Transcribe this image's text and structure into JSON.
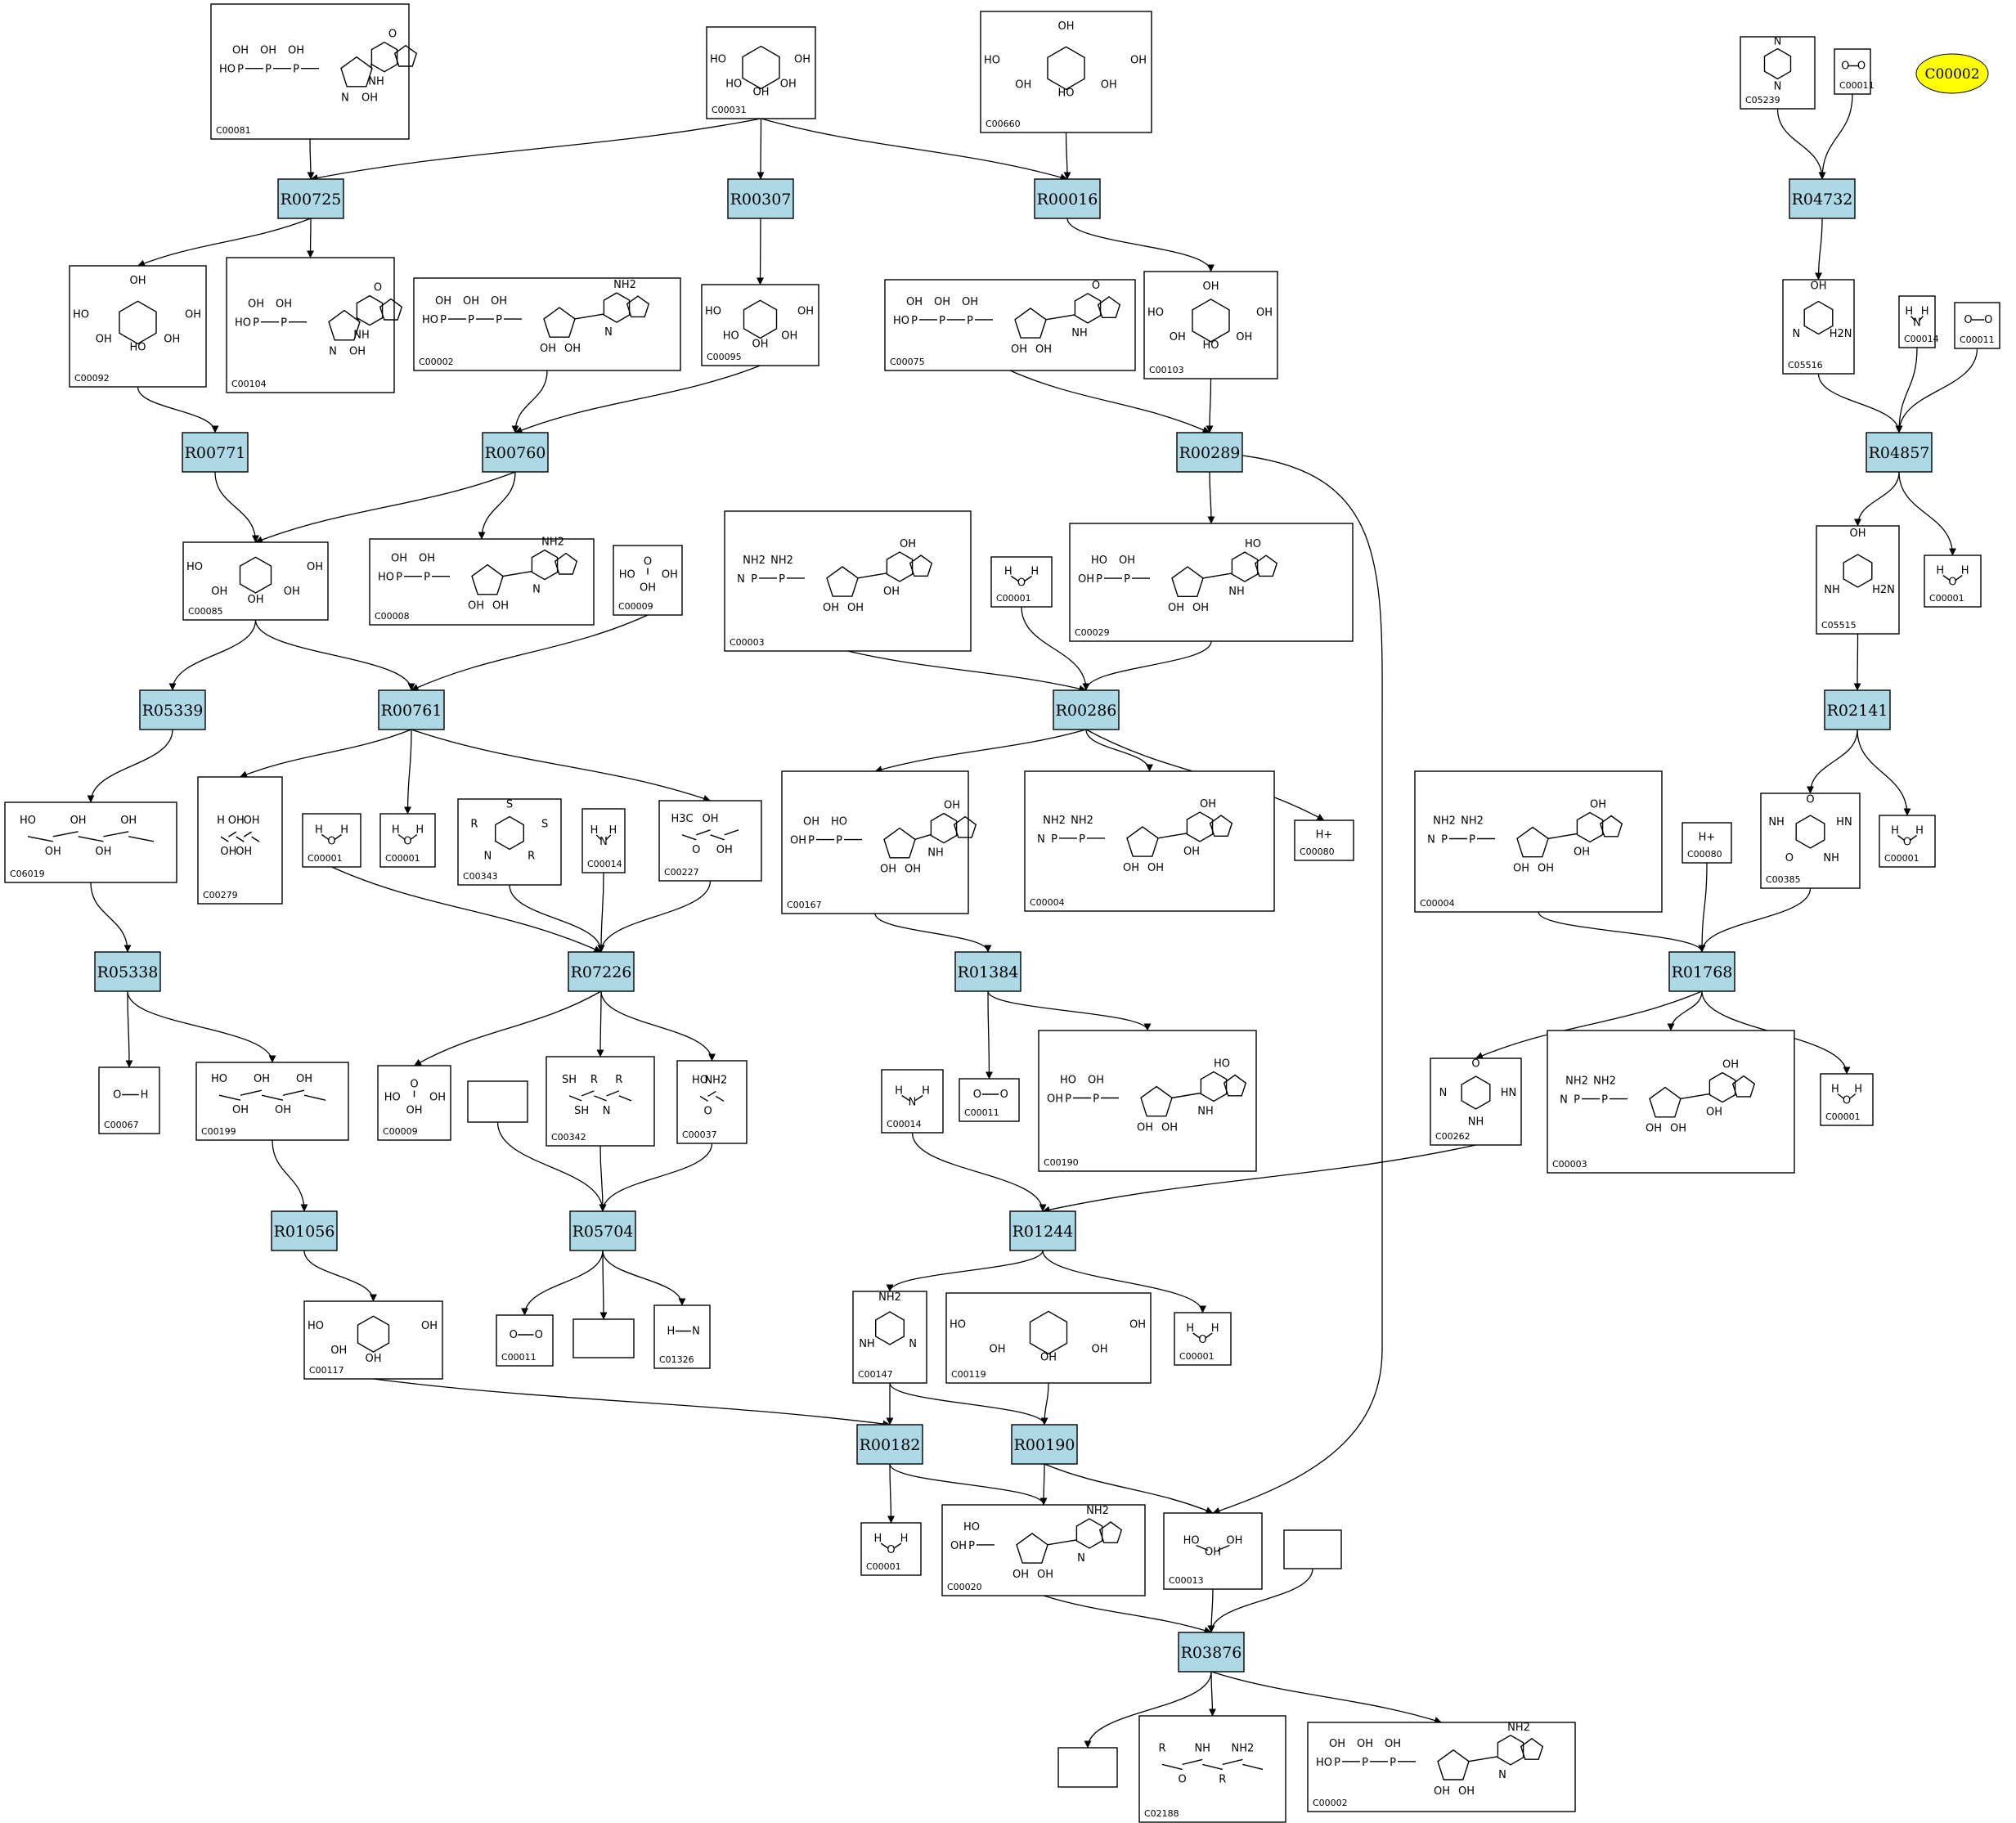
{
  "colors": {
    "reaction_fill": "#add8e6",
    "highlight_fill": "#ffff00",
    "stroke": "#000000",
    "background": "#ffffff"
  },
  "reactions": [
    {
      "id": "R00725",
      "label": "R00725"
    },
    {
      "id": "R00307",
      "label": "R00307"
    },
    {
      "id": "R00016",
      "label": "R00016"
    },
    {
      "id": "R04732",
      "label": "R04732"
    },
    {
      "id": "R00771",
      "label": "R00771"
    },
    {
      "id": "R00760",
      "label": "R00760"
    },
    {
      "id": "R00289",
      "label": "R00289"
    },
    {
      "id": "R04857",
      "label": "R04857"
    },
    {
      "id": "R05339",
      "label": "R05339"
    },
    {
      "id": "R00761",
      "label": "R00761"
    },
    {
      "id": "R00286",
      "label": "R00286"
    },
    {
      "id": "R02141",
      "label": "R02141"
    },
    {
      "id": "R05338",
      "label": "R05338"
    },
    {
      "id": "R07226",
      "label": "R07226"
    },
    {
      "id": "R01384",
      "label": "R01384"
    },
    {
      "id": "R01768",
      "label": "R01768"
    },
    {
      "id": "R01056",
      "label": "R01056"
    },
    {
      "id": "R05704",
      "label": "R05704"
    },
    {
      "id": "R01244",
      "label": "R01244"
    },
    {
      "id": "R00182",
      "label": "R00182"
    },
    {
      "id": "R00190",
      "label": "R00190"
    },
    {
      "id": "R03876",
      "label": "R03876"
    }
  ],
  "compounds": [
    {
      "id": "C00081",
      "label": "C00081",
      "kind": "nucleotide-tri",
      "atoms": [
        "OH",
        "OH",
        "OH",
        "HO",
        "O",
        "NH",
        "N",
        "OH",
        "OH"
      ]
    },
    {
      "id": "C00031",
      "label": "C00031",
      "kind": "sugar",
      "atoms": [
        "HO",
        "OH",
        "HO",
        "OH",
        "OH"
      ]
    },
    {
      "id": "C00660",
      "label": "C00660",
      "kind": "sugar-bisphosphate",
      "atoms": [
        "HO",
        "OH",
        "OH",
        "HO",
        "OH",
        "OH"
      ]
    },
    {
      "id": "C05239",
      "label": "C05239",
      "kind": "ring",
      "atoms": [
        "N",
        "N"
      ]
    },
    {
      "id": "C00011-a",
      "label": "C00011",
      "kind": "small",
      "atoms": [
        "O",
        "O"
      ]
    },
    {
      "id": "C00092",
      "label": "C00092",
      "kind": "sugar-phosphate",
      "atoms": [
        "HO",
        "OH",
        "OH",
        "HO",
        "OH",
        "OH"
      ]
    },
    {
      "id": "C00104",
      "label": "C00104",
      "kind": "nucleotide-di",
      "atoms": [
        "OH",
        "OH",
        "HO",
        "O",
        "NH",
        "N",
        "OH",
        "OH"
      ]
    },
    {
      "id": "C00002-a",
      "label": "C00002",
      "kind": "nucleotide-tri",
      "atoms": [
        "OH",
        "OH",
        "OH",
        "HO",
        "NH2",
        "N",
        "OH",
        "OH"
      ]
    },
    {
      "id": "C00095",
      "label": "C00095",
      "kind": "sugar",
      "atoms": [
        "HO",
        "OH",
        "HO",
        "OH",
        "OH"
      ]
    },
    {
      "id": "C00075",
      "label": "C00075",
      "kind": "nucleotide-tri",
      "atoms": [
        "OH",
        "OH",
        "OH",
        "HO",
        "O",
        "NH",
        "OH",
        "OH"
      ]
    },
    {
      "id": "C00103",
      "label": "C00103",
      "kind": "sugar-phosphate",
      "atoms": [
        "HO",
        "OH",
        "OH",
        "HO",
        "OH",
        "OH"
      ]
    },
    {
      "id": "C05516",
      "label": "C05516",
      "kind": "ring",
      "atoms": [
        "OH",
        "H2N",
        "N"
      ]
    },
    {
      "id": "C00014-a",
      "label": "C00014",
      "kind": "small",
      "atoms": [
        "H",
        "N",
        "H"
      ]
    },
    {
      "id": "C00011-b",
      "label": "C00011",
      "kind": "small",
      "atoms": [
        "O",
        "O"
      ]
    },
    {
      "id": "C00085",
      "label": "C00085",
      "kind": "sugar-phosphate",
      "atoms": [
        "HO",
        "OH",
        "OH",
        "OH",
        "OH"
      ]
    },
    {
      "id": "C00008",
      "label": "C00008",
      "kind": "nucleotide-di",
      "atoms": [
        "OH",
        "OH",
        "HO",
        "NH2",
        "N",
        "OH",
        "OH"
      ]
    },
    {
      "id": "C00009-a",
      "label": "C00009",
      "kind": "small",
      "atoms": [
        "O",
        "HO",
        "OH",
        "OH"
      ]
    },
    {
      "id": "C00003-a",
      "label": "C00003",
      "kind": "nucleotide-di",
      "atoms": [
        "NH2",
        "NH2",
        "N",
        "OH",
        "OH",
        "OH",
        "OH"
      ]
    },
    {
      "id": "C00001-a",
      "label": "C00001",
      "kind": "small",
      "atoms": [
        "H",
        "O",
        "H"
      ]
    },
    {
      "id": "C00029",
      "label": "C00029",
      "kind": "nucleotide-di",
      "atoms": [
        "HO",
        "OH",
        "OH",
        "HO",
        "NH",
        "OH",
        "OH"
      ]
    },
    {
      "id": "C05515",
      "label": "C05515",
      "kind": "ring",
      "atoms": [
        "OH",
        "H2N",
        "NH"
      ]
    },
    {
      "id": "C00001-b",
      "label": "C00001",
      "kind": "small",
      "atoms": [
        "H",
        "O",
        "H"
      ]
    },
    {
      "id": "C06019",
      "label": "C06019",
      "kind": "chain",
      "atoms": [
        "HO",
        "OH",
        "OH",
        "OH",
        "OH"
      ]
    },
    {
      "id": "C00279",
      "label": "C00279",
      "kind": "chain",
      "atoms": [
        "H",
        "OH",
        "OH",
        "OH",
        "OH"
      ]
    },
    {
      "id": "C00001-c",
      "label": "C00001",
      "kind": "small",
      "atoms": [
        "H",
        "O",
        "H"
      ]
    },
    {
      "id": "C00001-d",
      "label": "C00001",
      "kind": "small",
      "atoms": [
        "H",
        "O",
        "H"
      ]
    },
    {
      "id": "C00343",
      "label": "C00343",
      "kind": "ring",
      "atoms": [
        "S",
        "S",
        "R",
        "N",
        "R"
      ]
    },
    {
      "id": "C00014-b",
      "label": "C00014",
      "kind": "small",
      "atoms": [
        "H",
        "N",
        "H"
      ]
    },
    {
      "id": "C00227",
      "label": "C00227",
      "kind": "chain",
      "atoms": [
        "H3C",
        "O",
        "OH",
        "OH"
      ]
    },
    {
      "id": "C00167",
      "label": "C00167",
      "kind": "nucleotide-di",
      "atoms": [
        "OH",
        "HO",
        "OH",
        "OH",
        "NH",
        "OH",
        "OH"
      ]
    },
    {
      "id": "C00004-a",
      "label": "C00004",
      "kind": "nucleotide-di",
      "atoms": [
        "NH2",
        "NH2",
        "N",
        "OH",
        "OH",
        "OH",
        "OH"
      ]
    },
    {
      "id": "C00080-a",
      "label": "C00080",
      "kind": "small",
      "atoms": [
        "H+"
      ]
    },
    {
      "id": "C00004-b",
      "label": "C00004",
      "kind": "nucleotide-di",
      "atoms": [
        "NH2",
        "NH2",
        "N",
        "OH",
        "OH",
        "OH",
        "OH"
      ]
    },
    {
      "id": "C00080-b",
      "label": "C00080",
      "kind": "small",
      "atoms": [
        "H+"
      ]
    },
    {
      "id": "C00385",
      "label": "C00385",
      "kind": "ring",
      "atoms": [
        "O",
        "HN",
        "NH",
        "O",
        "NH"
      ]
    },
    {
      "id": "C00001-e",
      "label": "C00001",
      "kind": "small",
      "atoms": [
        "H",
        "O",
        "H"
      ]
    },
    {
      "id": "C00067",
      "label": "C00067",
      "kind": "small",
      "atoms": [
        "O",
        "H"
      ]
    },
    {
      "id": "C00199",
      "label": "C00199",
      "kind": "chain",
      "atoms": [
        "HO",
        "OH",
        "OH",
        "OH",
        "OH"
      ]
    },
    {
      "id": "C00009-b",
      "label": "C00009",
      "kind": "small",
      "atoms": [
        "O",
        "HO",
        "OH",
        "OH"
      ]
    },
    {
      "id": "C00342",
      "label": "C00342",
      "kind": "chain",
      "atoms": [
        "SH",
        "SH",
        "R",
        "N",
        "R"
      ]
    },
    {
      "id": "C00037",
      "label": "C00037",
      "kind": "chain",
      "atoms": [
        "HO",
        "O",
        "NH2"
      ]
    },
    {
      "id": "C00011-c",
      "label": "C00011",
      "kind": "small",
      "atoms": [
        "O",
        "O"
      ]
    },
    {
      "id": "C00190",
      "label": "C00190",
      "kind": "nucleotide-di",
      "atoms": [
        "HO",
        "OH",
        "OH",
        "HO",
        "NH",
        "OH",
        "OH"
      ]
    },
    {
      "id": "C00014-c",
      "label": "C00014",
      "kind": "small",
      "atoms": [
        "H",
        "N",
        "H"
      ]
    },
    {
      "id": "C00262",
      "label": "C00262",
      "kind": "ring",
      "atoms": [
        "O",
        "HN",
        "NH",
        "N"
      ]
    },
    {
      "id": "C00003-b",
      "label": "C00003",
      "kind": "nucleotide-di",
      "atoms": [
        "NH2",
        "NH2",
        "N",
        "OH",
        "OH",
        "OH",
        "OH"
      ]
    },
    {
      "id": "C00001-f",
      "label": "C00001",
      "kind": "small",
      "atoms": [
        "H",
        "O",
        "H"
      ]
    },
    {
      "id": "C00117",
      "label": "C00117",
      "kind": "sugar-phosphate",
      "atoms": [
        "HO",
        "OH",
        "OH",
        "OH"
      ]
    },
    {
      "id": "C00011-d",
      "label": "C00011",
      "kind": "small",
      "atoms": [
        "O",
        "O"
      ]
    },
    {
      "id": "C01326",
      "label": "C01326",
      "kind": "small",
      "atoms": [
        "H",
        "N"
      ]
    },
    {
      "id": "C00147",
      "label": "C00147",
      "kind": "ring",
      "atoms": [
        "NH2",
        "N",
        "NH"
      ]
    },
    {
      "id": "C00119",
      "label": "C00119",
      "kind": "sugar-bisphosphate",
      "atoms": [
        "HO",
        "OH",
        "OH",
        "OH",
        "OH"
      ]
    },
    {
      "id": "C00001-g",
      "label": "C00001",
      "kind": "small",
      "atoms": [
        "H",
        "O",
        "H"
      ]
    },
    {
      "id": "C00001-h",
      "label": "C00001",
      "kind": "small",
      "atoms": [
        "H",
        "O",
        "H"
      ]
    },
    {
      "id": "C00020",
      "label": "C00020",
      "kind": "nucleotide-mono",
      "atoms": [
        "HO",
        "OH",
        "NH2",
        "N",
        "OH",
        "OH"
      ]
    },
    {
      "id": "C00013",
      "label": "C00013",
      "kind": "small",
      "atoms": [
        "HO",
        "OH",
        "OH"
      ]
    },
    {
      "id": "C02188",
      "label": "C02188",
      "kind": "chain",
      "atoms": [
        "R",
        "O",
        "NH",
        "R",
        "NH2"
      ]
    },
    {
      "id": "C00002-b",
      "label": "C00002",
      "kind": "nucleotide-tri",
      "atoms": [
        "OH",
        "OH",
        "OH",
        "HO",
        "NH2",
        "N",
        "OH",
        "OH"
      ]
    },
    {
      "id": "blank-1",
      "label": "",
      "kind": "blank",
      "atoms": []
    },
    {
      "id": "blank-2",
      "label": "",
      "kind": "blank",
      "atoms": []
    },
    {
      "id": "blank-3",
      "label": "",
      "kind": "blank",
      "atoms": []
    },
    {
      "id": "blank-4",
      "label": "",
      "kind": "blank",
      "atoms": []
    }
  ],
  "highlight": {
    "id": "C00002-h",
    "label": "C00002"
  },
  "edges": [
    [
      "C00081",
      "R00725"
    ],
    [
      "C00031",
      "R00725"
    ],
    [
      "C00031",
      "R00307"
    ],
    [
      "C00031",
      "R00016"
    ],
    [
      "C00660",
      "R00016"
    ],
    [
      "C05239",
      "R04732"
    ],
    [
      "C00011-a",
      "R04732"
    ],
    [
      "R00725",
      "C00092"
    ],
    [
      "R00725",
      "C00104"
    ],
    [
      "R00307",
      "C00095"
    ],
    [
      "R00016",
      "C00103"
    ],
    [
      "R04732",
      "C05516"
    ],
    [
      "C00092",
      "R00771"
    ],
    [
      "C00002-a",
      "R00760"
    ],
    [
      "C00095",
      "R00760"
    ],
    [
      "C00075",
      "R00289"
    ],
    [
      "C00103",
      "R00289"
    ],
    [
      "C05516",
      "R04857"
    ],
    [
      "C00014-a",
      "R04857"
    ],
    [
      "C00011-b",
      "R04857"
    ],
    [
      "R00771",
      "C00085"
    ],
    [
      "R00760",
      "C00085"
    ],
    [
      "R00760",
      "C00008"
    ],
    [
      "R00289",
      "C00029"
    ],
    [
      "R04857",
      "C05515"
    ],
    [
      "R04857",
      "C00001-b"
    ],
    [
      "C00085",
      "R05339"
    ],
    [
      "C00085",
      "R00761"
    ],
    [
      "C00009-a",
      "R00761"
    ],
    [
      "C00003-a",
      "R00286"
    ],
    [
      "C00001-a",
      "R00286"
    ],
    [
      "C00029",
      "R00286"
    ],
    [
      "C05515",
      "R02141"
    ],
    [
      "R05339",
      "C06019"
    ],
    [
      "R00761",
      "C00279"
    ],
    [
      "R00761",
      "C00001-d"
    ],
    [
      "R00761",
      "C00227"
    ],
    [
      "R00286",
      "C00167"
    ],
    [
      "R00286",
      "C00004-a"
    ],
    [
      "R00286",
      "C00080-a"
    ],
    [
      "R02141",
      "C00385"
    ],
    [
      "R02141",
      "C00001-e"
    ],
    [
      "C06019",
      "R05338"
    ],
    [
      "C00001-c",
      "R07226"
    ],
    [
      "C00343",
      "R07226"
    ],
    [
      "C00014-b",
      "R07226"
    ],
    [
      "C00227",
      "R07226"
    ],
    [
      "C00167",
      "R01384"
    ],
    [
      "C00004-b",
      "R01768"
    ],
    [
      "C00080-b",
      "R01768"
    ],
    [
      "C00385",
      "R01768"
    ],
    [
      "R05338",
      "C00067"
    ],
    [
      "R05338",
      "C00199"
    ],
    [
      "R07226",
      "C00009-b"
    ],
    [
      "R07226",
      "C00342"
    ],
    [
      "R07226",
      "C00037"
    ],
    [
      "R01384",
      "C00011-c"
    ],
    [
      "R01384",
      "C00190"
    ],
    [
      "R01768",
      "C00262"
    ],
    [
      "R01768",
      "C00003-b"
    ],
    [
      "R01768",
      "C00001-f"
    ],
    [
      "C00199",
      "R01056"
    ],
    [
      "blank-1",
      "R05704"
    ],
    [
      "C00342",
      "R05704"
    ],
    [
      "C00037",
      "R05704"
    ],
    [
      "C00014-c",
      "R01244"
    ],
    [
      "C00262",
      "R01244"
    ],
    [
      "R01056",
      "C00117"
    ],
    [
      "R05704",
      "C00011-d"
    ],
    [
      "R05704",
      "blank-2"
    ],
    [
      "R05704",
      "C01326"
    ],
    [
      "R01244",
      "C00147"
    ],
    [
      "R01244",
      "C00001-g"
    ],
    [
      "C00117",
      "R00182"
    ],
    [
      "C00147",
      "R00182"
    ],
    [
      "C00147",
      "R00190"
    ],
    [
      "C00119",
      "R00190"
    ],
    [
      "R00182",
      "C00001-h"
    ],
    [
      "R00182",
      "C00020"
    ],
    [
      "R00190",
      "C00020"
    ],
    [
      "R00190",
      "C00013"
    ],
    [
      "R00289",
      "C00013"
    ],
    [
      "C00020",
      "R03876"
    ],
    [
      "C00013",
      "R03876"
    ],
    [
      "blank-3",
      "R03876"
    ],
    [
      "R03876",
      "blank-4"
    ],
    [
      "R03876",
      "C02188"
    ],
    [
      "R03876",
      "C00002-b"
    ]
  ]
}
